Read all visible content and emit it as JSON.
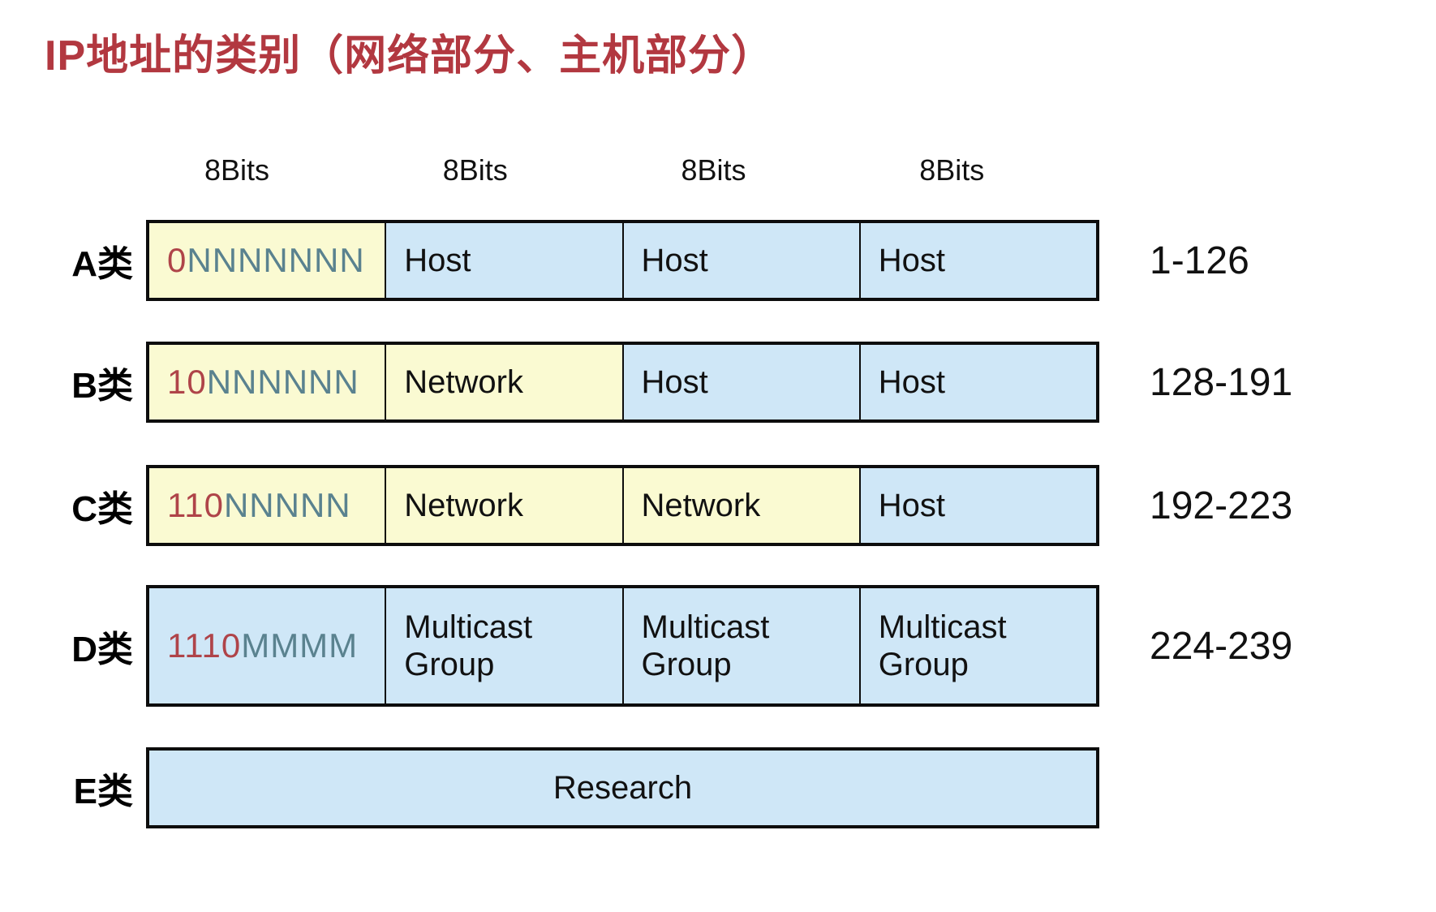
{
  "slide": {
    "title": "IP地址的类别（网络部分、主机部分）"
  },
  "colors": {
    "title_red": "#B23840",
    "bit_prefix_red": "#AF4449",
    "bit_letter_teal": "#5A828F",
    "yellow_cell": "#FAFAD2",
    "blue_cell": "#CFE7F7",
    "border_black": "#0d0d0d"
  },
  "column_headers": [
    "8Bits",
    "8Bits",
    "8Bits",
    "8Bits"
  ],
  "rows": [
    {
      "label": "A类",
      "range": "1-126",
      "cells": [
        {
          "type": "bits",
          "prefix": "0",
          "letters": "NNNNNNN",
          "bg": "yellow"
        },
        {
          "type": "text",
          "text": "Host",
          "bg": "blue"
        },
        {
          "type": "text",
          "text": "Host",
          "bg": "blue"
        },
        {
          "type": "text",
          "text": "Host",
          "bg": "blue"
        }
      ]
    },
    {
      "label": "B类",
      "range": "128-191",
      "cells": [
        {
          "type": "bits",
          "prefix": "10",
          "letters": "NNNNNN",
          "bg": "yellow"
        },
        {
          "type": "text",
          "text": "Network",
          "bg": "yellow"
        },
        {
          "type": "text",
          "text": "Host",
          "bg": "blue"
        },
        {
          "type": "text",
          "text": "Host",
          "bg": "blue"
        }
      ]
    },
    {
      "label": "C类",
      "range": "192-223",
      "cells": [
        {
          "type": "bits",
          "prefix": "110",
          "letters": "NNNNN",
          "bg": "yellow"
        },
        {
          "type": "text",
          "text": "Network",
          "bg": "yellow"
        },
        {
          "type": "text",
          "text": "Network",
          "bg": "yellow"
        },
        {
          "type": "text",
          "text": "Host",
          "bg": "blue"
        }
      ]
    },
    {
      "label": "D类",
      "range": "224-239",
      "cells": [
        {
          "type": "bits",
          "prefix": "1110",
          "letters": "MMMM",
          "bg": "blue"
        },
        {
          "type": "text",
          "text": "Multicast Group",
          "bg": "blue"
        },
        {
          "type": "text",
          "text": "Multicast Group",
          "bg": "blue"
        },
        {
          "type": "text",
          "text": "Multicast Group",
          "bg": "blue"
        }
      ]
    },
    {
      "label": "E类",
      "range": "",
      "cells": [
        {
          "type": "text",
          "text": "Research",
          "bg": "blue",
          "span": 4,
          "align": "center"
        }
      ]
    }
  ]
}
